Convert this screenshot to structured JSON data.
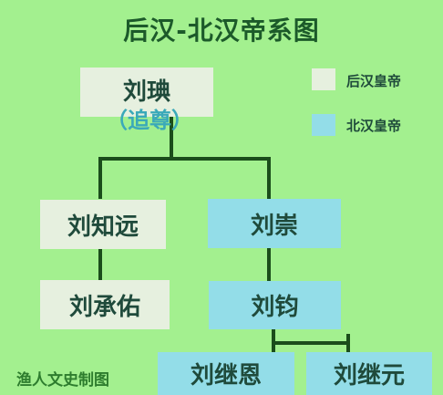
{
  "title": "后汉-北汉帝系图",
  "legend": [
    {
      "label": "后汉皇帝",
      "color": "#e6f0df"
    },
    {
      "label": "北汉皇帝",
      "color": "#93dde8"
    }
  ],
  "nodes": {
    "root": {
      "name": "刘琠",
      "note": "（追尊）"
    },
    "liu_zhiyuan": {
      "name": "刘知远"
    },
    "liu_chengyou": {
      "name": "刘承佑"
    },
    "liu_chong": {
      "name": "刘崇"
    },
    "liu_jun": {
      "name": "刘钧"
    },
    "liu_jien": {
      "name": "刘继恩"
    },
    "liu_jiyuan": {
      "name": "刘继元"
    }
  },
  "footer": "渔人文史制图"
}
